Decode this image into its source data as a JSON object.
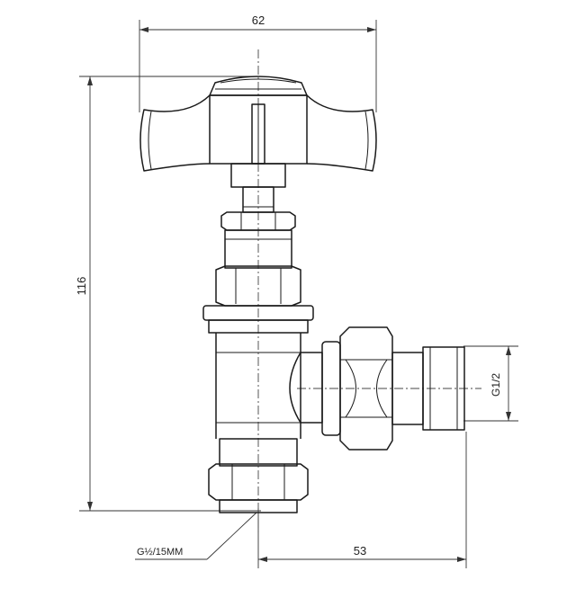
{
  "dimensions": {
    "width_top": "62",
    "height_left": "116",
    "width_bottom": "53",
    "thread_right": "G1/2",
    "inlet_label": "G½/15MM"
  }
}
